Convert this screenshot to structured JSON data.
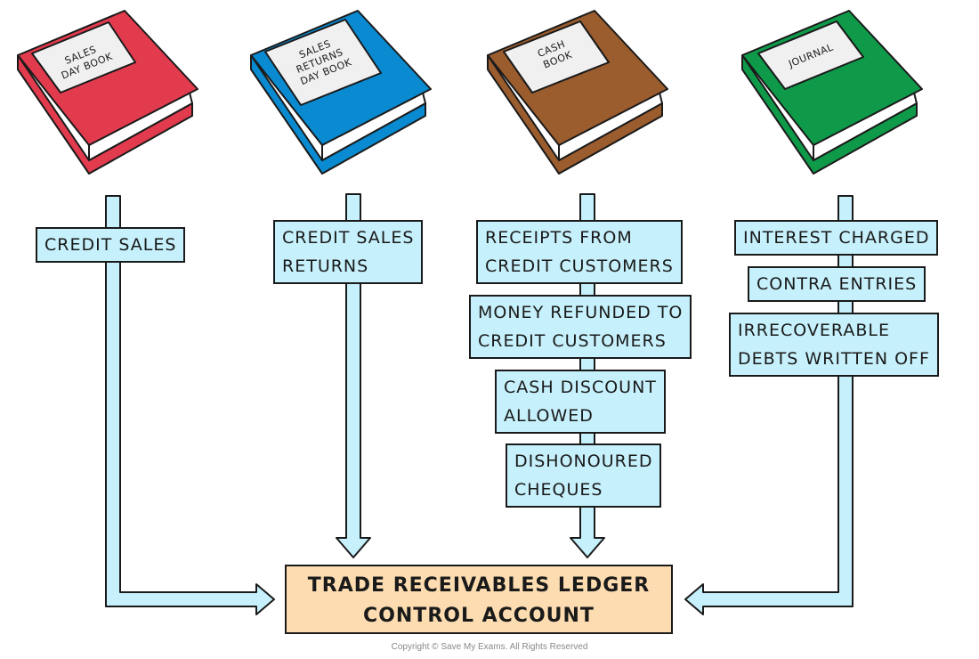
{
  "colors": {
    "sales_day_book": "#e23b4e",
    "sales_returns_day_book": "#0a8ad0",
    "cash_book": "#9b5c2e",
    "journal": "#0f9a4a",
    "flow_fill": "#c6f0fb",
    "target_fill": "#fcdcb0",
    "outline": "#1a1a1a"
  },
  "books": [
    {
      "title_lines": [
        "SALES",
        "DAY BOOK"
      ]
    },
    {
      "title_lines": [
        "SALES",
        "RETURNS",
        "DAY BOOK"
      ]
    },
    {
      "title_lines": [
        "CASH",
        "BOOK"
      ]
    },
    {
      "title_lines": [
        "JOURNAL"
      ]
    }
  ],
  "labels": {
    "credit_sales": "CREDIT SALES",
    "credit_sales_returns": [
      "CREDIT SALES",
      "RETURNS"
    ],
    "receipts": [
      "RECEIPTS FROM",
      "CREDIT CUSTOMERS"
    ],
    "money_refunded": [
      "MONEY REFUNDED TO",
      "CREDIT CUSTOMERS"
    ],
    "cash_discount": [
      "CASH DISCOUNT",
      "ALLOWED"
    ],
    "dishonoured": [
      "DISHONOURED",
      "CHEQUES"
    ],
    "interest": "INTEREST CHARGED",
    "contra": "CONTRA ENTRIES",
    "irrecoverable": [
      "IRRECOVERABLE",
      "DEBTS WRITTEN OFF"
    ]
  },
  "target": [
    "TRADE RECEIVABLES LEDGER",
    "CONTROL ACCOUNT"
  ],
  "copyright": "Copyright © Save My Exams. All Rights Reserved"
}
